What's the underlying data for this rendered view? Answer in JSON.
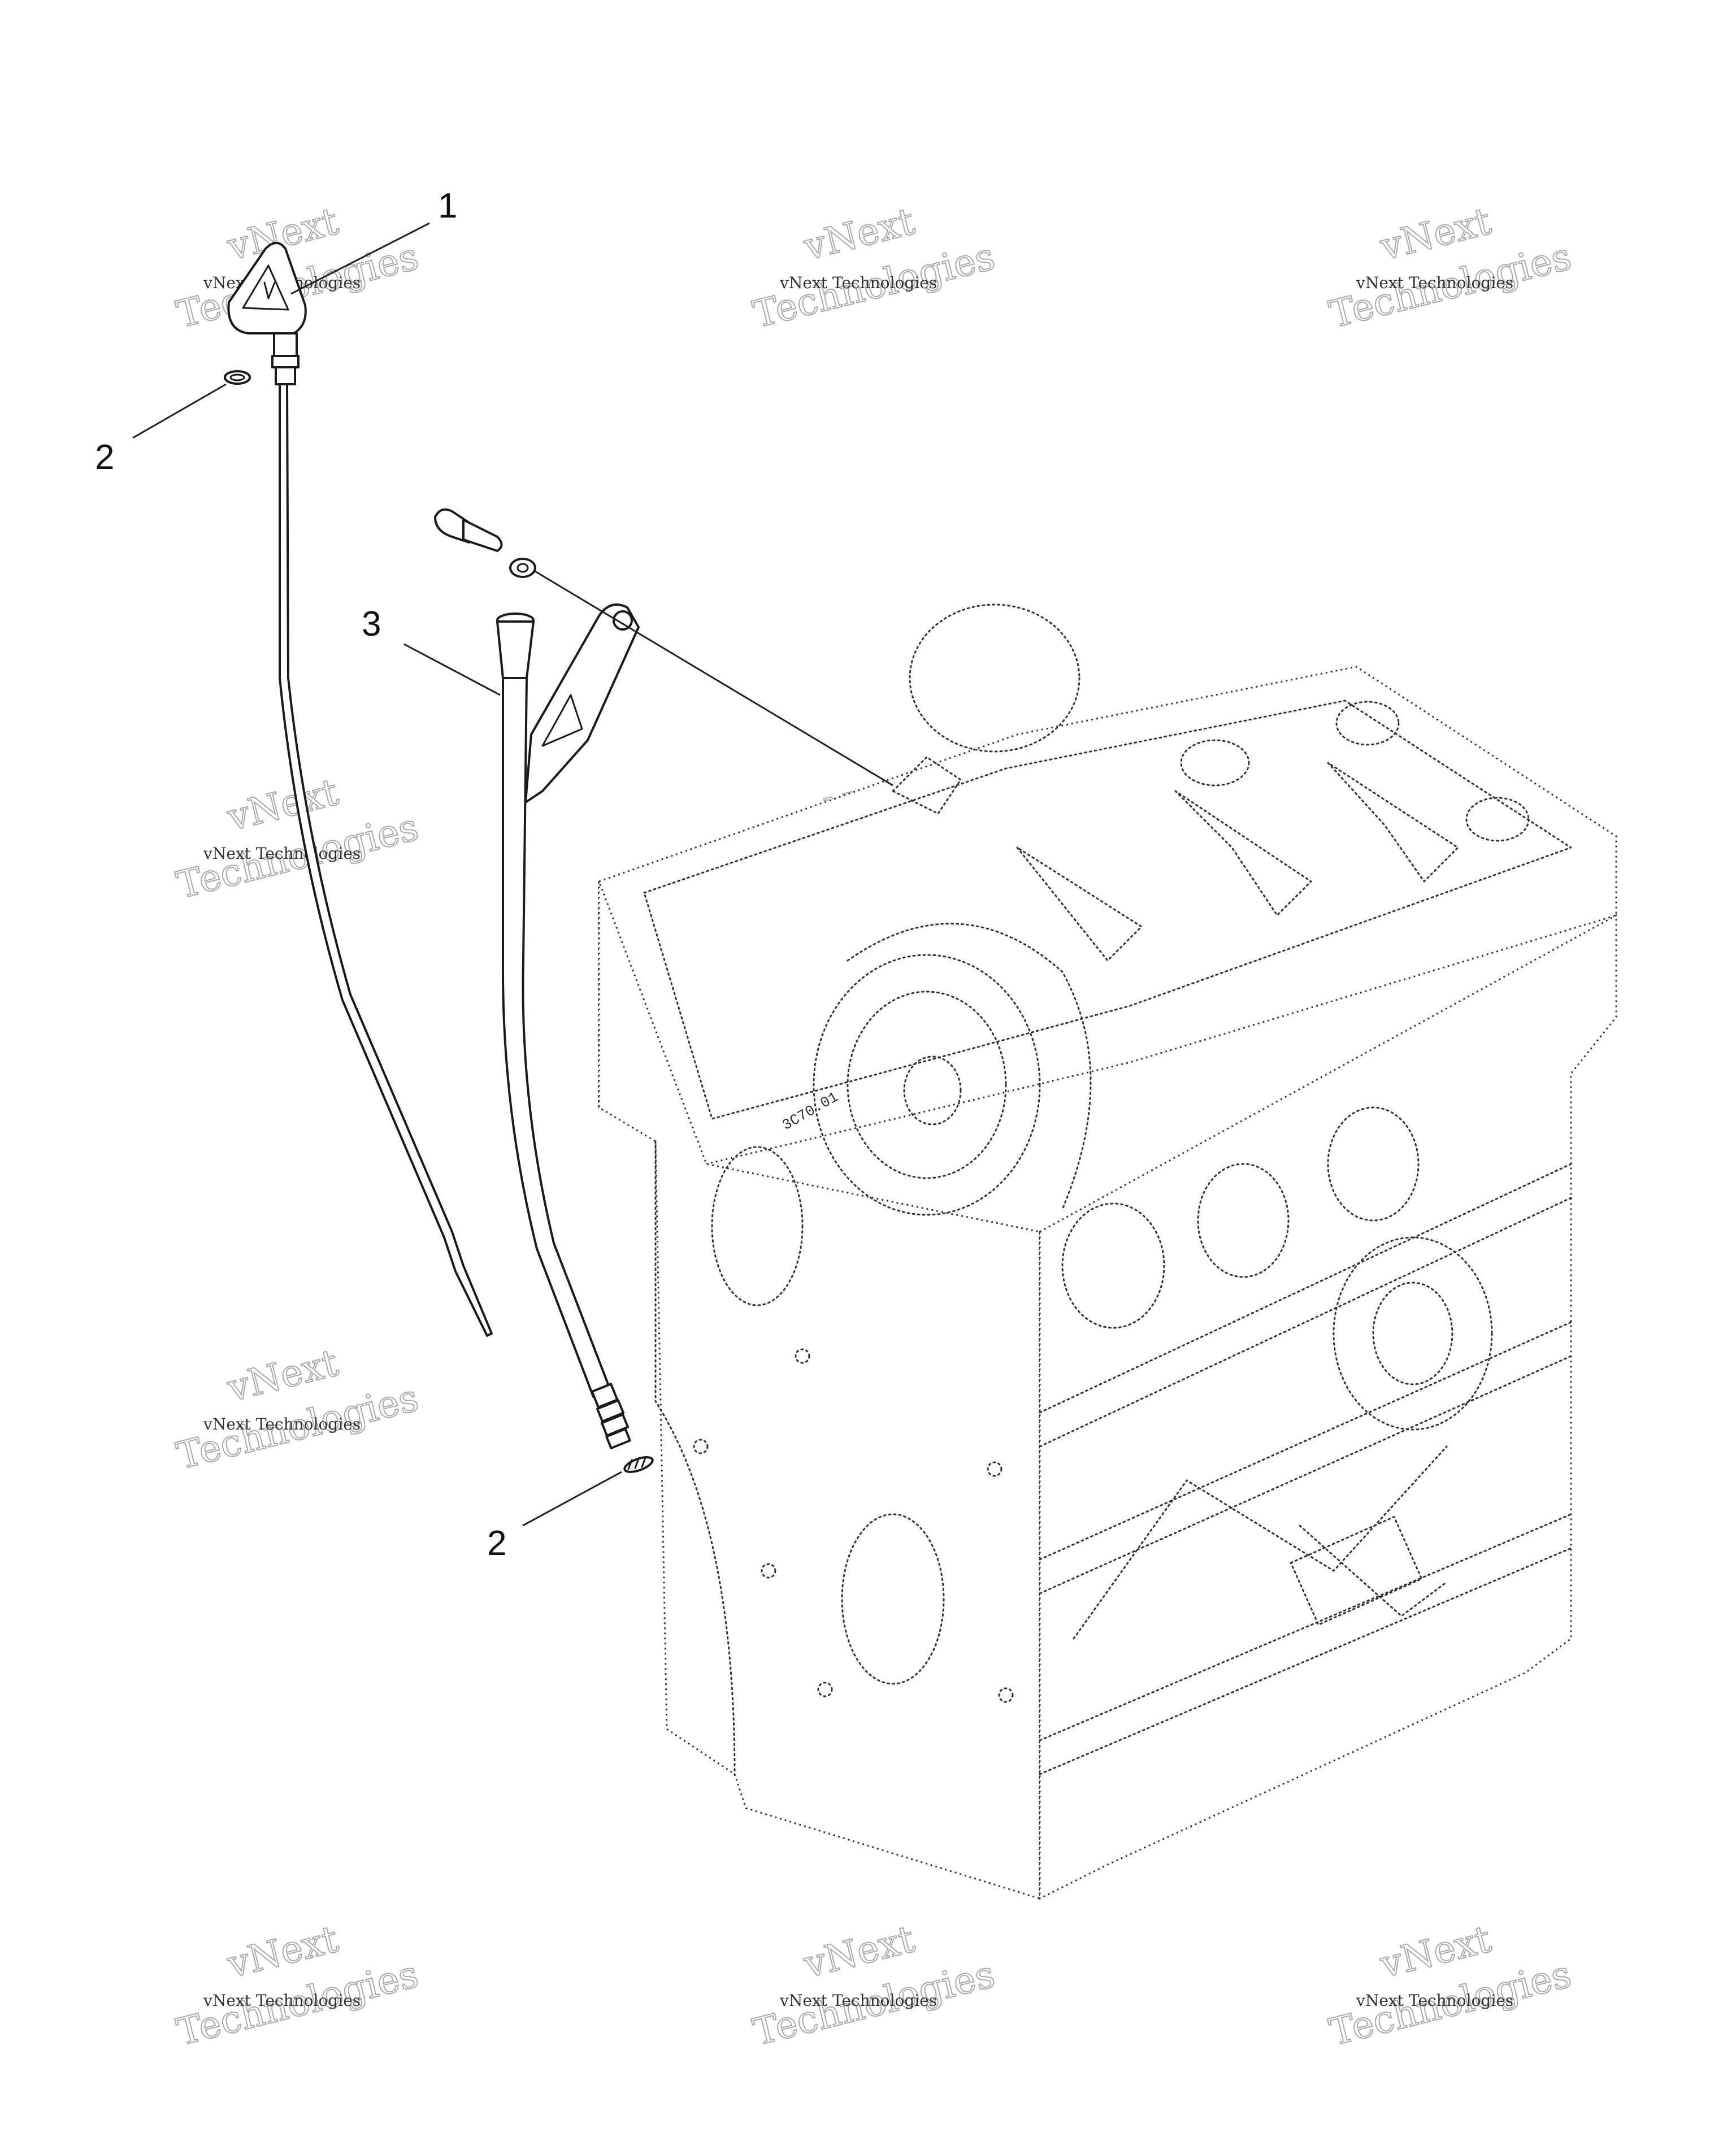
{
  "callouts": {
    "c1": "1",
    "c2_top": "2",
    "c3": "3",
    "c2_bottom": "2"
  },
  "watermark": {
    "line1": "vNext",
    "line2": "vNext Technologies",
    "line3": "Technologies"
  },
  "engine_stamp": "3C70.01"
}
